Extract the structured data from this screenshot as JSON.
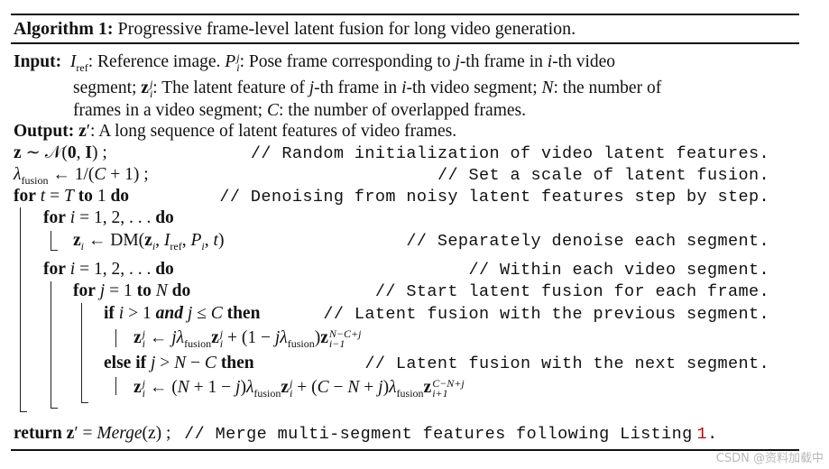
{
  "header": {
    "label": "Algorithm 1:",
    "title": "Progressive frame-level latent fusion for long video generation."
  },
  "input": {
    "label": "Input:",
    "lines": [
      "I_ref: Reference image. P_i^j: Pose frame corresponding to j-th frame in i-th video",
      "segment; z_i^j: The latent feature of j-th frame in i-th video segment; N: the number of",
      "frames in a video segment; C: the number of overlapped frames."
    ]
  },
  "output": {
    "label": "Output:",
    "text": "z′: A long sequence of latent features of video frames."
  },
  "comments": {
    "c1": "// Random initialization of video latent features.",
    "c2": "// Set a scale of latent fusion.",
    "c3": "// Denoising from noisy latent features step by step.",
    "c4": "// Separately denoise each segment.",
    "c5": "// Within each video segment.",
    "c6": "// Start latent fusion for each frame.",
    "c7": "// Latent fusion with the previous segment.",
    "c8": "// Latent fusion with the next segment.",
    "c9": "// Merge multi-segment features following Listing"
  },
  "keywords": {
    "for": "for",
    "to": "to",
    "do": "do",
    "if": "if",
    "and": "and",
    "then": "then",
    "else_if": "else if",
    "return": "return"
  },
  "listing_ref": "1",
  "merge_fn": "Merge",
  "watermark": "CSDN @资料加载中",
  "colors": {
    "text": "#111111",
    "rule": "#111111",
    "reference": "#c00000",
    "watermark": "#b8b8b8"
  }
}
